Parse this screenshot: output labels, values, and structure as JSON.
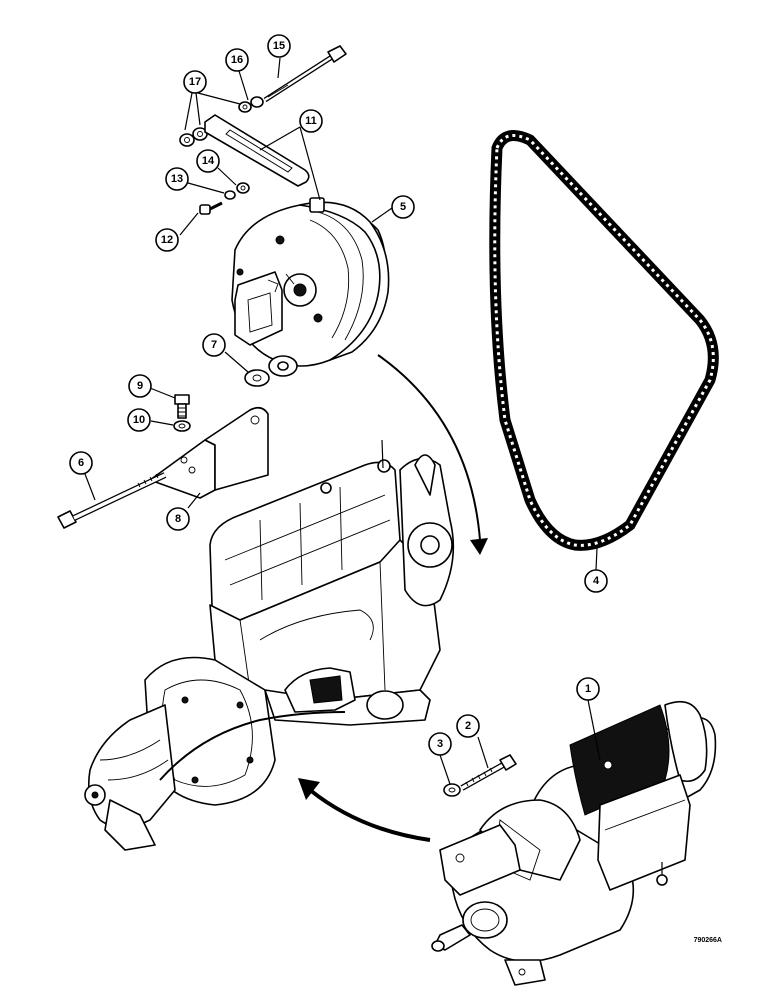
{
  "callouts": [
    {
      "id": "c1",
      "label": "1"
    },
    {
      "id": "c2",
      "label": "2"
    },
    {
      "id": "c3",
      "label": "3"
    },
    {
      "id": "c4",
      "label": "4"
    },
    {
      "id": "c5",
      "label": "5"
    },
    {
      "id": "c6",
      "label": "6"
    },
    {
      "id": "c7",
      "label": "7"
    },
    {
      "id": "c8",
      "label": "8"
    },
    {
      "id": "c9",
      "label": "9"
    },
    {
      "id": "c10",
      "label": "10"
    },
    {
      "id": "c11",
      "label": "11"
    },
    {
      "id": "c12",
      "label": "12"
    },
    {
      "id": "c13",
      "label": "13"
    },
    {
      "id": "c14",
      "label": "14"
    },
    {
      "id": "c15",
      "label": "15"
    },
    {
      "id": "c16",
      "label": "16"
    },
    {
      "id": "c17",
      "label": "17"
    }
  ],
  "reference_number": "790266A"
}
